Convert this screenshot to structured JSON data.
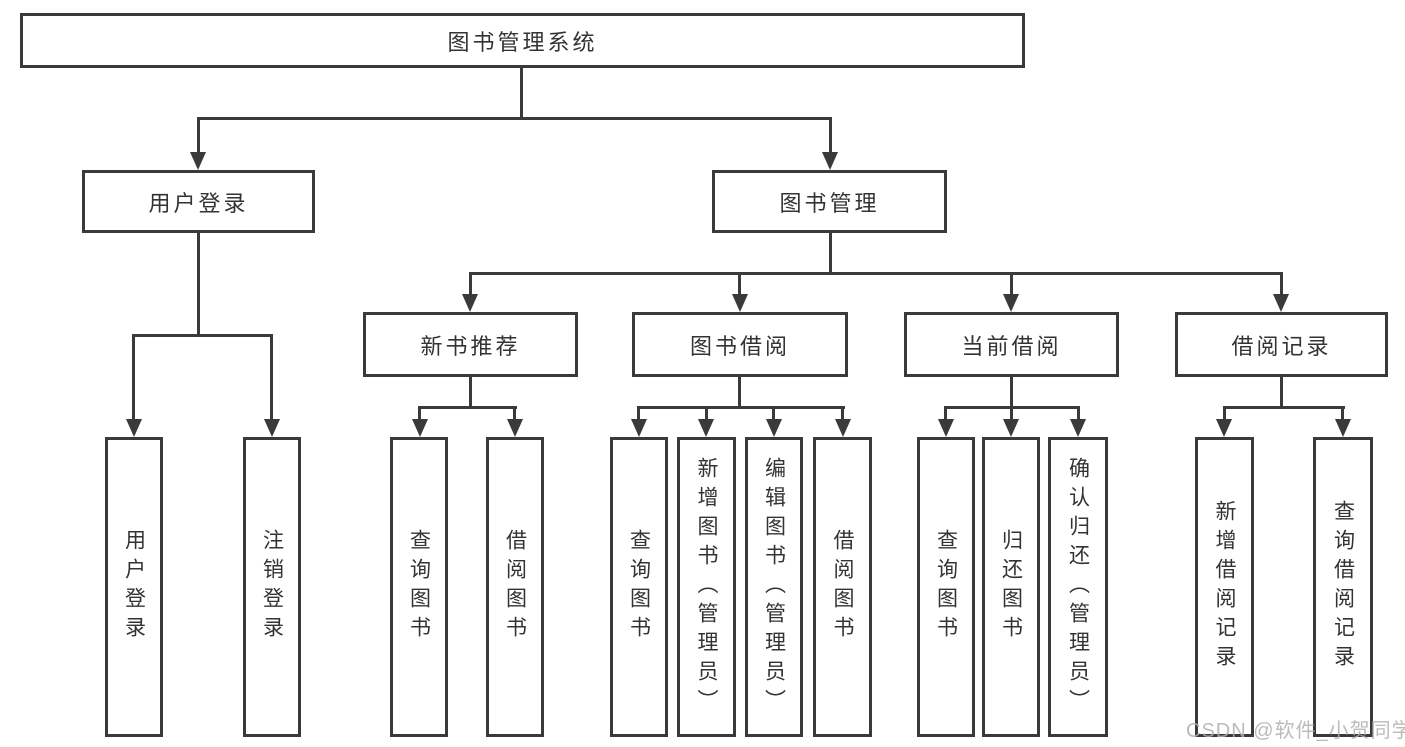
{
  "colors": {
    "line": "#3a3a3a",
    "text": "#333333",
    "watermark": "#b0b0b0",
    "background": "#ffffff"
  },
  "chart": {
    "type": "tree-diagram",
    "root": {
      "label": "图书管理系统"
    },
    "level2": [
      {
        "label": "用户登录",
        "parent": "图书管理系统"
      },
      {
        "label": "图书管理",
        "parent": "图书管理系统"
      }
    ],
    "level3": [
      {
        "label": "新书推荐",
        "parent": "图书管理"
      },
      {
        "label": "图书借阅",
        "parent": "图书管理"
      },
      {
        "label": "当前借阅",
        "parent": "图书管理"
      },
      {
        "label": "借阅记录",
        "parent": "图书管理"
      }
    ],
    "leaves": [
      {
        "label": "用户登录",
        "parent": "用户登录"
      },
      {
        "label": "注销登录",
        "parent": "用户登录"
      },
      {
        "label": "查询图书",
        "parent": "新书推荐"
      },
      {
        "label": "借阅图书",
        "parent": "新书推荐"
      },
      {
        "label": "查询图书",
        "parent": "图书借阅"
      },
      {
        "label": "新增图书（管理员）",
        "parent": "图书借阅"
      },
      {
        "label": "编辑图书（管理员）",
        "parent": "图书借阅"
      },
      {
        "label": "借阅图书",
        "parent": "图书借阅"
      },
      {
        "label": "查询图书",
        "parent": "当前借阅"
      },
      {
        "label": "归还图书",
        "parent": "当前借阅"
      },
      {
        "label": "确认归还（管理员）",
        "parent": "当前借阅"
      },
      {
        "label": "新增借阅记录",
        "parent": "借阅记录"
      },
      {
        "label": "查询借阅记录",
        "parent": "借阅记录"
      }
    ],
    "watermark": "CSDN @软件_小贺同学"
  }
}
